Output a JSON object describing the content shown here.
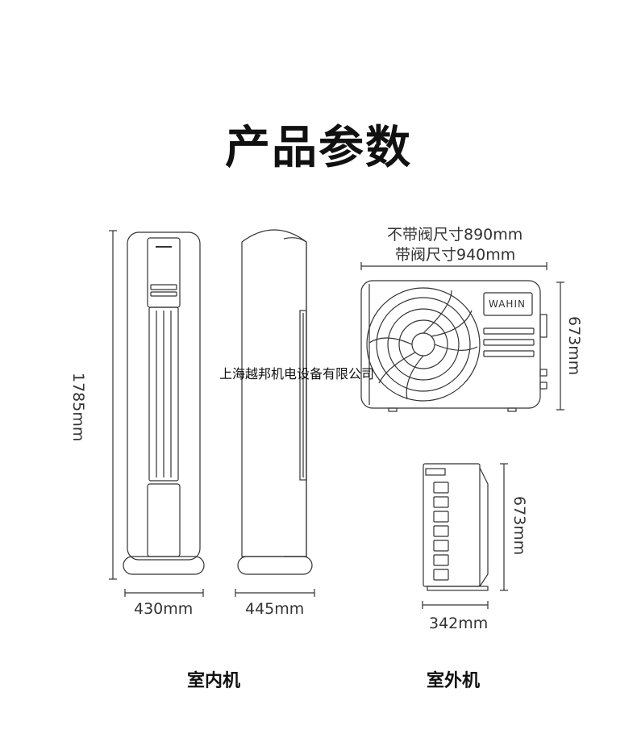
{
  "title": "产品参数",
  "indoor": {
    "height_label": "1785mm",
    "front_width_label": "430mm",
    "side_width_label": "445mm",
    "caption": "室内机"
  },
  "outdoor": {
    "width_no_valve_label": "不带阀尺寸890mm",
    "width_with_valve_label": "带阀尺寸940mm",
    "front_height_label": "673mm",
    "side_height_label": "673mm",
    "depth_label": "342mm",
    "brand": "WAHIN",
    "caption": "室外机"
  },
  "watermark": "上海越邦机电设备有限公司"
}
